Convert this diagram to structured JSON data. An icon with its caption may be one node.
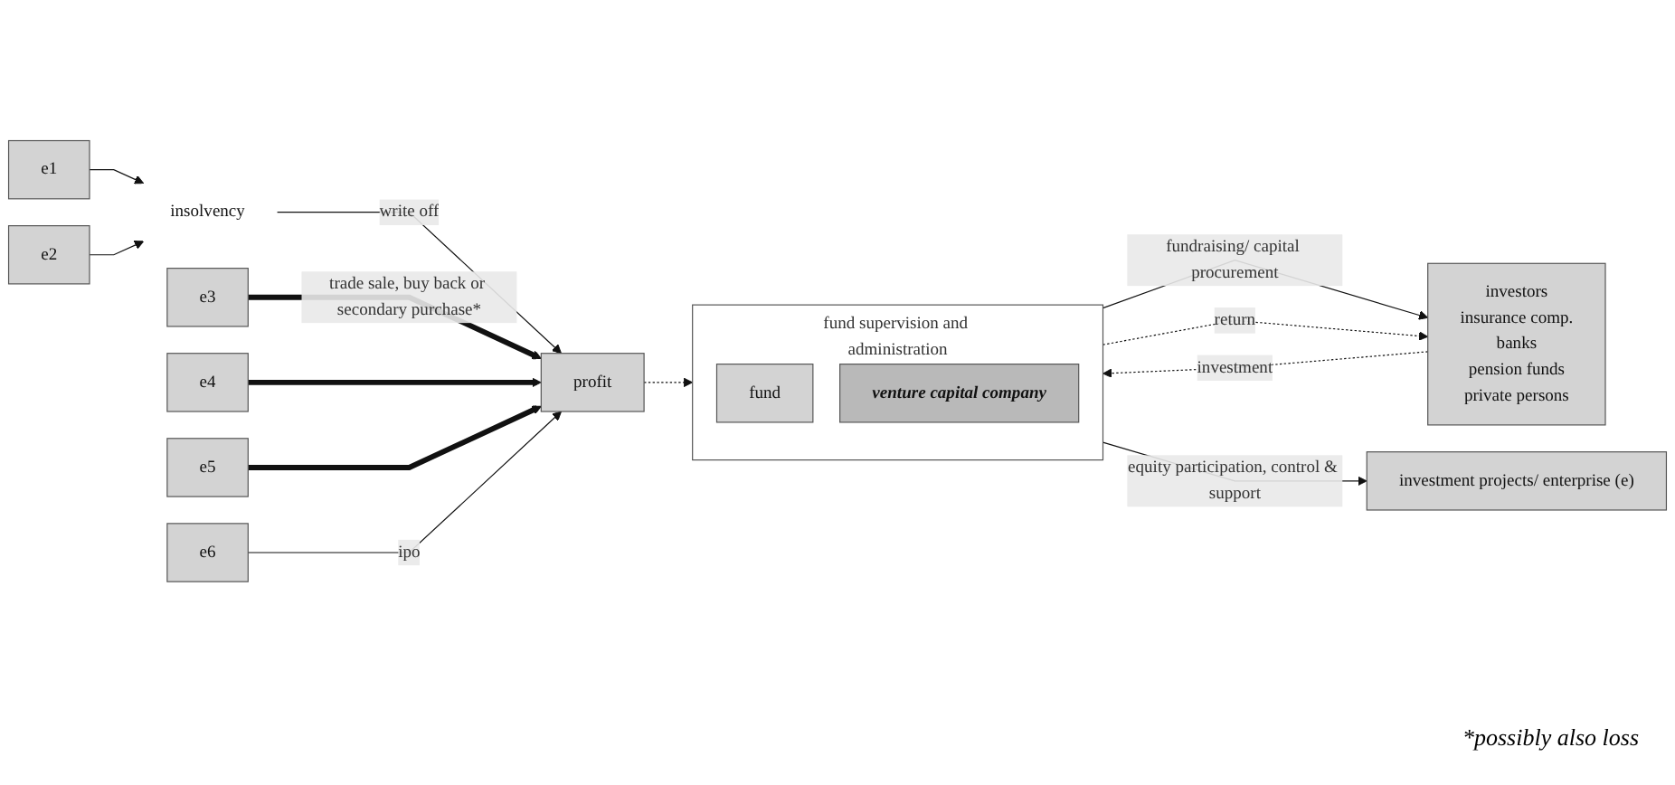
{
  "diagram": {
    "nodes": [
      {
        "text": [
          "investors",
          "insurance comp.",
          "banks",
          "pension funds",
          "private persons"
        ]
      },
      {
        "text": [
          "fund supervision and administration"
        ]
      },
      {
        "text": [
          "fund"
        ],
        "in": 1
      },
      {
        "text": [
          "venture capital company"
        ],
        "in": 1
      },
      {
        "text": [
          "investment projects/ enterprise (e)"
        ]
      },
      {
        "text": [
          "e1"
        ]
      },
      {
        "text": [
          "e2"
        ]
      },
      {
        "text": [
          "e3"
        ]
      },
      {
        "text": [
          "e4"
        ]
      },
      {
        "text": [
          "e5"
        ]
      },
      {
        "text": [
          "e6"
        ]
      },
      {
        "text": [
          "insolvency"
        ]
      },
      {
        "text": [
          "profit"
        ]
      }
    ],
    "edges": [
      {
        "from": 1,
        "to": 0,
        "arrow": "to",
        "label": "fundraising/ capital procurement"
      },
      {
        "from": 1,
        "to": 4,
        "arrow": "to",
        "label": "equity participation, control & support"
      },
      {
        "from": 0,
        "to": 1,
        "arrow": "to",
        "label": "investment",
        "style": "dashed"
      },
      {
        "from": 1,
        "to": 0,
        "arrow": "to",
        "label": "return",
        "style": "dashed"
      },
      {
        "from": 12,
        "to": 1,
        "arrow": "to",
        "style": "dashed"
      },
      {
        "from": 5,
        "to": 11,
        "arrow": "to"
      },
      {
        "from": 6,
        "to": 11,
        "arrow": "to"
      },
      {
        "from": 11,
        "to": 12,
        "arrow": "to",
        "label": "write off"
      },
      {
        "from": 7,
        "to": 12,
        "arrow": "to",
        "style": "thick",
        "label": "trade sale, buy back or secondary purchase*"
      },
      {
        "from": 8,
        "to": 12,
        "arrow": "to",
        "style": "thick"
      },
      {
        "from": 9,
        "to": 12,
        "arrow": "to",
        "style": "thick"
      },
      {
        "from": 10,
        "to": 12,
        "arrow": "to",
        "label": "ipo"
      }
    ],
    "labels": [
      "*possibly also loss"
    ]
  }
}
